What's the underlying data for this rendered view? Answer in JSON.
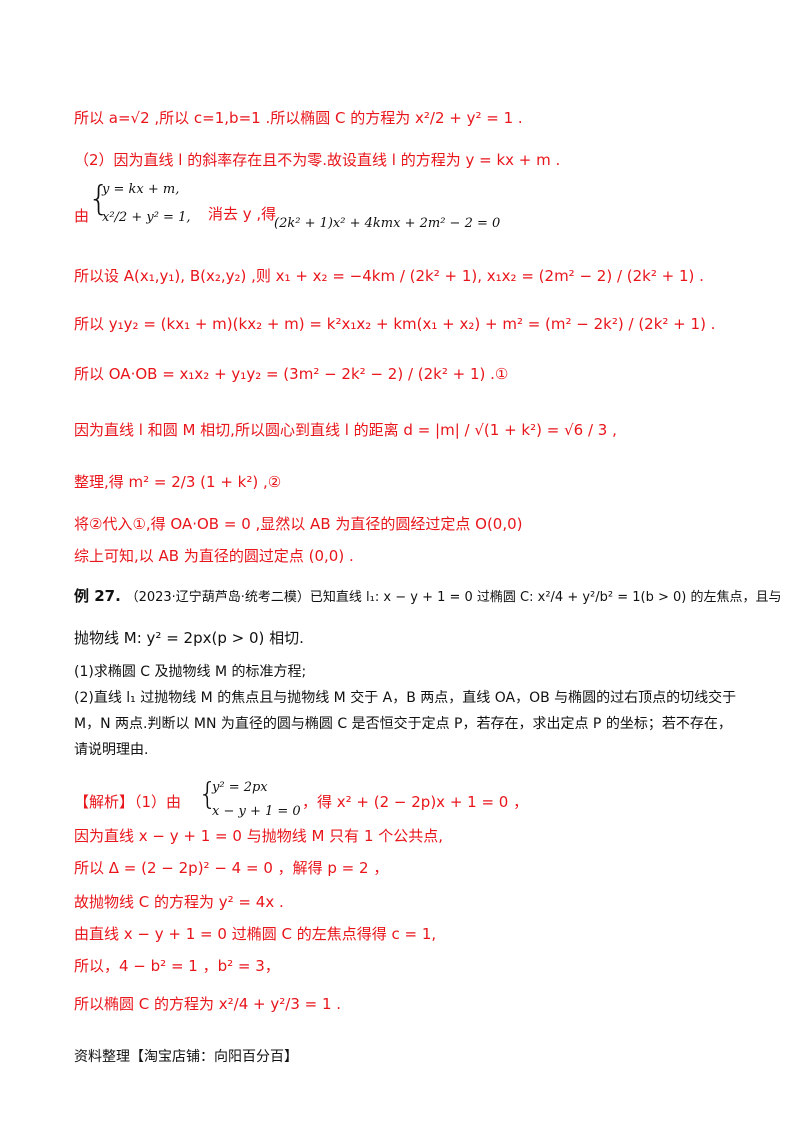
{
  "lines": {
    "l1": "所以 a=√2 ,所以 c=1,b=1 .所以椭圆 C 的方程为 x²/2 + y² = 1 .",
    "l2": "（2）因为直线 l 的斜率存在且不为零.故设直线 l 的方程为 y = kx + m .",
    "l3a": "由",
    "l3_sys1": "y = kx + m,",
    "l3_sys2": "x²/2 + y² = 1,",
    "l3b": "消去 y ,得",
    "l3_eq": "(2k² + 1)x² + 4kmx + 2m² − 2 = 0",
    "l4": "所以设 A(x₁,y₁), B(x₂,y₂) ,则 x₁ + x₂ = −4km / (2k² + 1), x₁x₂ = (2m² − 2) / (2k² + 1) .",
    "l5": "所以 y₁y₂ = (kx₁ + m)(kx₂ + m) = k²x₁x₂ + km(x₁ + x₂) + m² = (m² − 2k²) / (2k² + 1) .",
    "l6": "所以 OA·OB = x₁x₂ + y₁y₂ = (3m² − 2k² − 2) / (2k² + 1) .①",
    "l7": "因为直线 l 和圆 M 相切,所以圆心到直线 l 的距离 d = |m| / √(1 + k²) = √6 / 3 ,",
    "l8": "整理,得 m² = 2/3 (1 + k²) ,②",
    "l9": "将②代入①,得 OA·OB = 0 ,显然以 AB 为直径的圆经过定点 O(0,0)",
    "l10": "综上可知,以 AB 为直径的圆过定点 (0,0) .",
    "ex_label": "例 27.",
    "ex_text": "（2023·辽宁葫芦岛·统考二模）已知直线 l₁: x − y + 1 = 0 过椭圆 C: x²/4 + y²/b² = 1(b > 0) 的左焦点，且与",
    "ex_text2": "抛物线 M:  y² = 2px(p > 0) 相切.",
    "q1": "(1)求椭圆 C 及抛物线 M 的标准方程;",
    "q2a": "(2)直线 l₁ 过抛物线 M 的焦点且与抛物线 M 交于 A，B 两点，直线 OA，OB 与椭圆的过右顶点的切线交于",
    "q2b": "M，N 两点.判断以 MN 为直径的圆与椭圆 C 是否恒交于定点 P，若存在，求出定点 P 的坐标；若不存在，",
    "q2c": "请说明理由.",
    "s1a": "【解析】（1）由",
    "s1_sys1": "y² = 2px",
    "s1_sys2": "x − y + 1 = 0",
    "s1b": "，得 x² + (2 − 2p)x + 1 = 0 ，",
    "s2": "因为直线 x − y + 1 = 0 与抛物线 M 只有 1 个公共点,",
    "s3": "所以 Δ = (2 − 2p)² − 4 = 0 ，解得 p = 2 ，",
    "s4": "故抛物线 C 的方程为 y² = 4x .",
    "s5": "由直线 x − y + 1 = 0 过椭圆 C 的左焦点得得 c = 1,",
    "s6": "所以，4 − b² = 1 ，b² = 3，",
    "s7": "所以椭圆 C 的方程为 x²/4 + y²/3 = 1 ."
  },
  "footer": "资料整理【淘宝店铺：向阳百分百】",
  "colors": {
    "accent": "#e8151b",
    "text": "#111111"
  }
}
